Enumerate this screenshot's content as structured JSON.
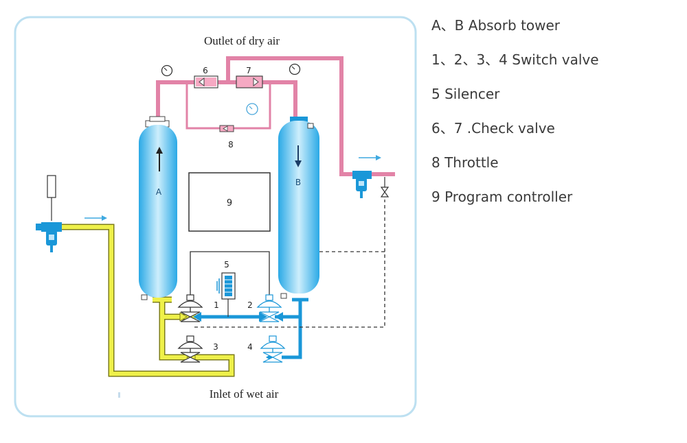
{
  "diagram": {
    "top_label": "Outlet of dry air",
    "bottom_label": "Inlet of wet air",
    "tower_a": "A",
    "tower_b": "B",
    "controller_number": "9",
    "silencer_number": "5",
    "throttle_number": "8",
    "check_valve_6": "6",
    "check_valve_7": "7",
    "switch_valve_1": "1",
    "switch_valve_2": "2",
    "switch_valve_3": "3",
    "switch_valve_4": "4"
  },
  "legend": [
    {
      "text": "A、B Absorb tower"
    },
    {
      "text": "1、2、3、4 Switch valve"
    },
    {
      "text": "5 Silencer"
    },
    {
      "text": "6、7 .Check valve"
    },
    {
      "text": "8 Throttle"
    },
    {
      "text": "9 Program controller"
    }
  ],
  "colors": {
    "dry_air_pipe": "#e283a7",
    "wet_air_pipe": "#eef04a",
    "blue_pipe": "#1a97d8",
    "tower": "#3fb6ee",
    "frame": "#bde0f1"
  }
}
